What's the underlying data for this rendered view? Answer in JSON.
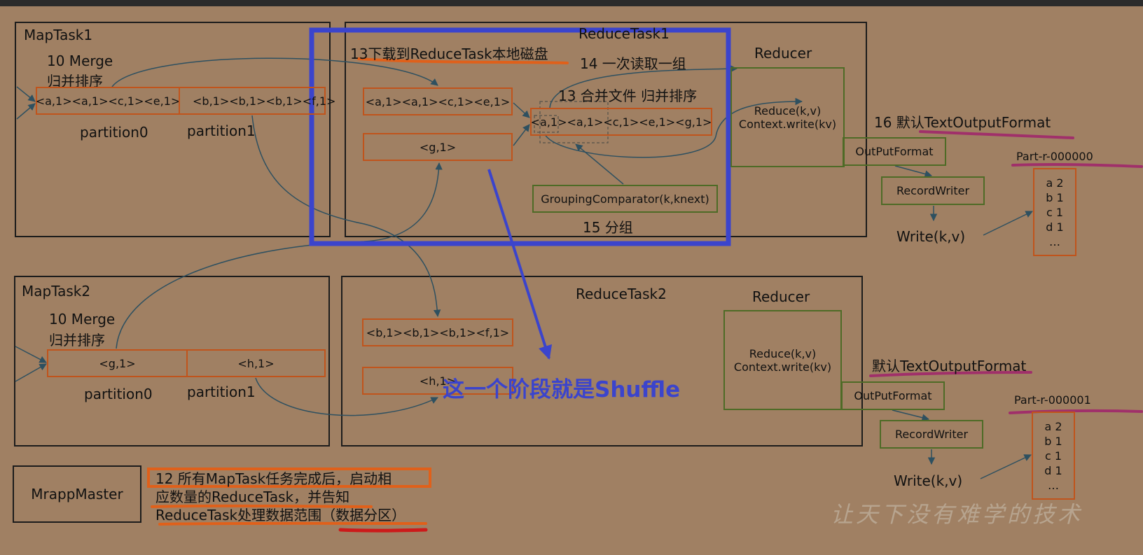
{
  "maptask1": {
    "title": "MapTask1",
    "merge_label": "10 Merge",
    "sort_label": "归并排序",
    "buffer_left": "<a,1><a,1><c,1><e,1>",
    "buffer_right": "<b,1><b,1><b,1><f,1>",
    "partition0": "partition0",
    "partition1": "partition1"
  },
  "maptask2": {
    "title": "MapTask2",
    "merge_label": "10 Merge",
    "sort_label": "归并排序",
    "buffer_left": "<g,1>",
    "buffer_right": "<h,1>",
    "partition0": "partition0",
    "partition1": "partition1"
  },
  "reducetask1": {
    "title": "ReduceTask1",
    "step13_download": "13下载到ReduceTask本地磁盘",
    "step14": "14 一次读取一组",
    "step13_merge": "13 合并文件 归并排序",
    "record_a": "<a,1><a,1><c,1><e,1>",
    "record_g": "<g,1>",
    "merged": "<a,1><a,1><c,1><e,1><g,1>",
    "grouping": "GroupingComparator(k,knext)",
    "step15": "15 分组",
    "reducer_title": "Reducer",
    "reduce_call": "Reduce(k,v)",
    "context_write": "Context.write(kv)"
  },
  "reducetask2": {
    "title": "ReduceTask2",
    "record_b": "<b,1><b,1><b,1><f,1>",
    "record_h": "<h,1>",
    "reducer_title": "Reducer",
    "reduce_call": "Reduce(k,v)",
    "context_write": "Context.write(kv)"
  },
  "output1": {
    "format_label": "16 默认TextOutputFormat",
    "outputformat": "OutPutFormat",
    "recordwriter": "RecordWriter",
    "write": "Write(k,v)",
    "part_name": "Part-r-000000",
    "part_lines": [
      "a 2",
      "b 1",
      "c 1",
      "d 1",
      "…"
    ]
  },
  "output2": {
    "format_label": "默认TextOutputFormat",
    "outputformat": "OutPutFormat",
    "recordwriter": "RecordWriter",
    "write": "Write(k,v)",
    "part_name": "Part-r-000001",
    "part_lines": [
      "a 2",
      "b 1",
      "c 1",
      "d 1",
      "…"
    ]
  },
  "mrappmaster": {
    "label": "MrappMaster",
    "note_line1": "12 所有MapTask任务完成后，启动相",
    "note_line2": "应数量的ReduceTask，并告知",
    "note_line3": "ReduceTask处理数据范围（数据分区）"
  },
  "shuffle_annotation": "这一个阶段就是Shuffle",
  "watermark": "让天下没有难学的技术",
  "colors": {
    "background": "#a08063",
    "record_border": "#c0541c",
    "reducer_border": "#4e6b26",
    "highlight_blue": "#3b44cc",
    "underline_orange": "#e0601a",
    "underline_purple": "#a0306a",
    "underline_red": "#cc1a1a",
    "arrow": "#2e5060"
  }
}
